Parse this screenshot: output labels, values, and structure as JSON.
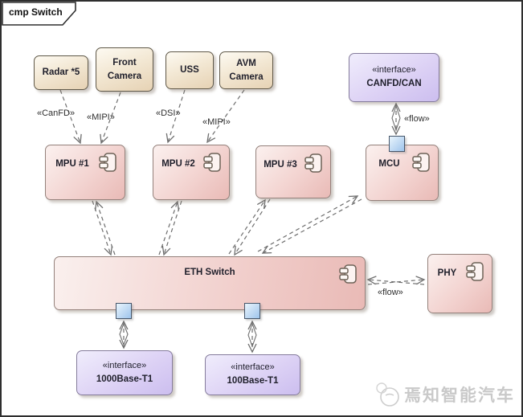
{
  "frame": {
    "title": "cmp Switch"
  },
  "nodes": {
    "radar": {
      "label": "Radar *5"
    },
    "front_camera": {
      "label": "Front Camera"
    },
    "uss": {
      "label": "USS"
    },
    "avm_camera": {
      "label": "AVM Camera"
    },
    "canfd_can": {
      "stereotype": "«interface»",
      "name": "CANFD/CAN"
    },
    "mpu1": {
      "label": "MPU #1"
    },
    "mpu2": {
      "label": "MPU #2"
    },
    "mpu3": {
      "label": "MPU #3"
    },
    "mcu": {
      "label": "MCU"
    },
    "eth_switch": {
      "label": "ETH Switch"
    },
    "phy": {
      "label": "PHY"
    },
    "base1000": {
      "stereotype": "«interface»",
      "name": "1000Base-T1"
    },
    "base100": {
      "stereotype": "«interface»",
      "name": "100Base-T1"
    }
  },
  "edge_labels": {
    "canfd": "«CanFD»",
    "mipi_front": "«MIPI»",
    "dsi": "«DSI»",
    "mipi_avm": "«MIPI»",
    "flow_mcu": "«flow»",
    "flow_phy": "«flow»"
  },
  "icons": {
    "component": "component-icon",
    "port": "port-square"
  },
  "colors": {
    "component_fill": "#e9bab6",
    "sensor_fill": "#e6d2b4",
    "interface_fill": "#ccbeef",
    "port_fill": "#9ec4ec",
    "connector": "#6e6e6e",
    "frame_border": "#2e2e2e",
    "watermark": "#c9c9c9"
  },
  "watermark": {
    "text": "焉知智能汽车"
  }
}
